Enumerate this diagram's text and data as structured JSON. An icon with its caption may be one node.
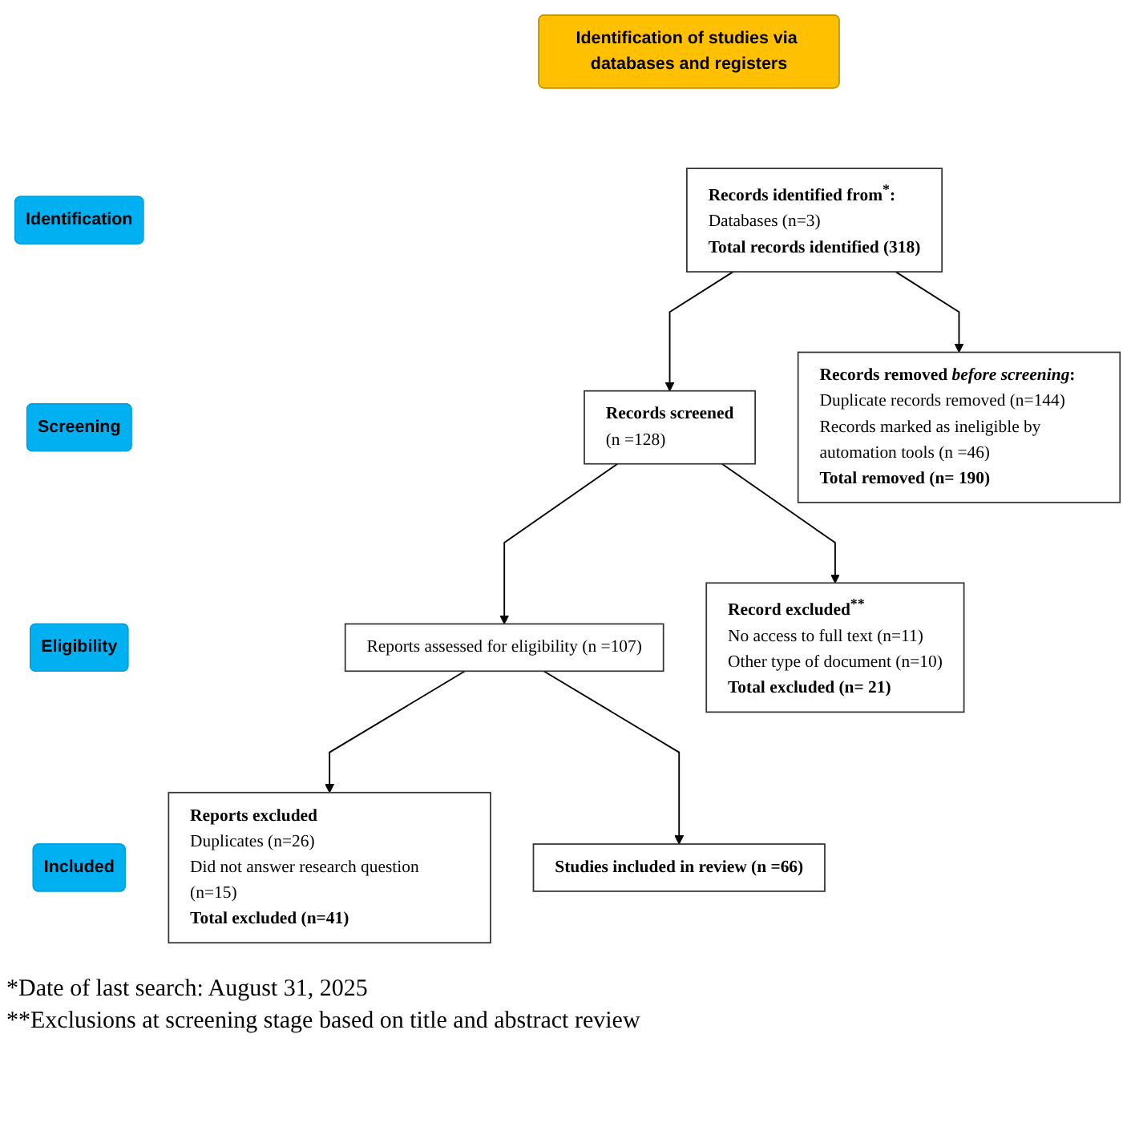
{
  "diagram": {
    "nodes": [
      {
        "text": [
          "Identification of studies via databases and registers"
        ]
      },
      {
        "text": [
          "Identification"
        ]
      },
      {
        "text": [
          "Records identified from$^{*}$:",
          "Databases (n=3)",
          "Total records identified (318)"
        ]
      },
      {
        "text": [
          "Records removed *before screening*:",
          "Duplicate records removed (n=144)",
          "Records marked as ineligible by automation tools (n =46)",
          "Total removed (n= 190)"
        ]
      },
      {
        "text": [
          "Screening"
        ]
      },
      {
        "text": [
          "Records screened",
          "(n =128)"
        ]
      },
      {
        "text": [
          "Record excluded$^{**}$",
          "No access to full text (n=11)",
          "Other type of document (n=10)",
          "Total excluded (n= 21)"
        ]
      },
      {
        "text": [
          "Eligibility"
        ]
      },
      {
        "text": [
          "Reports assessed for eligibility (n =107)"
        ]
      },
      {
        "text": [
          "Reports excluded",
          "Duplicates (n=26)",
          "Did not answer research question (n=15)",
          "Total excluded (n=41)"
        ]
      },
      {
        "text": [
          "Included"
        ]
      },
      {
        "text": [
          "Studies included in review (n =66)"
        ]
      }
    ],
    "edges": [
      {
        "from": 2,
        "to": 3,
        "arrow": "to"
      },
      {
        "from": 2,
        "to": 5,
        "arrow": "to"
      },
      {
        "from": 5,
        "to": 6,
        "arrow": "to"
      },
      {
        "from": 5,
        "to": 8,
        "arrow": "to"
      },
      {
        "from": 8,
        "to": 9,
        "arrow": "to"
      },
      {
        "from": 8,
        "to": 11,
        "arrow": "to"
      }
    ],
    "labels": [
      "*Date of last search: August 31, 2025",
      "**Exclusions at screening stage based on title and abstract review"
    ]
  }
}
